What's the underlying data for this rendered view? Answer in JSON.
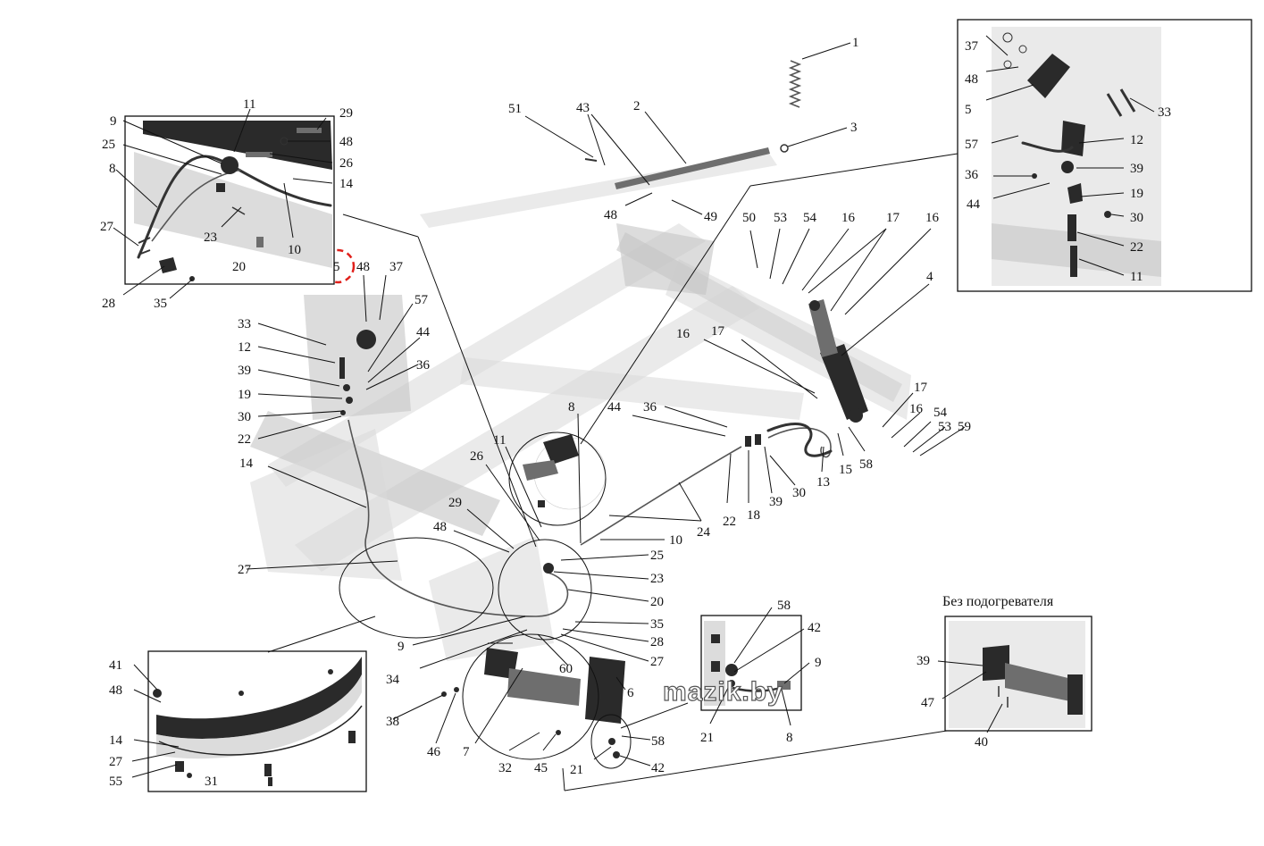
{
  "caption_without_heater": "Без подогревателя",
  "watermark": "mazik.by",
  "highlight_color": "#e0201b",
  "callouts": {
    "c1": "1",
    "c2": "2",
    "c3": "3",
    "c4": "4",
    "c51": "51",
    "c43": "43",
    "c48a": "48",
    "c49": "49",
    "c50": "50",
    "c53": "53",
    "c54": "54",
    "c16a": "16",
    "c17a": "17",
    "c16b": "16",
    "c16c": "16",
    "c17b": "17",
    "c17c": "17",
    "c16d": "16",
    "c54b": "54",
    "c53b": "53",
    "c59": "59",
    "c36a": "36",
    "c44a": "44",
    "c8a": "8",
    "c58a": "58",
    "c15": "15",
    "c13": "13",
    "c30a": "30",
    "c39a": "39",
    "c18": "18",
    "c22a": "22",
    "c24": "24",
    "c10a": "10",
    "c11a": "11",
    "c26a": "26",
    "c29a": "29",
    "c48b": "48",
    "c25a": "25",
    "c23a": "23",
    "c20a": "20",
    "c35a": "35",
    "c28a": "28",
    "c27a": "27",
    "c60": "60",
    "c9a": "9",
    "c34": "34",
    "c27b": "27",
    "c14a": "14",
    "c6": "6",
    "c38": "38",
    "c46": "46",
    "c7": "7",
    "c32": "32",
    "c45": "45",
    "c21a": "21",
    "c58b": "58",
    "c42a": "42",
    "c5a": "5",
    "c48c": "48",
    "c37a": "37",
    "c33a": "33",
    "c12a": "12",
    "c57a": "57",
    "c44b": "44",
    "c36b": "36",
    "c39b": "39",
    "c19a": "19",
    "c30b": "30",
    "c22b": "22",
    "tl9": "9",
    "tl11": "11",
    "tl29": "29",
    "tl48": "48",
    "tl25": "25",
    "tl26": "26",
    "tl8": "8",
    "tl14": "14",
    "tl27": "27",
    "tl23": "23",
    "tl10": "10",
    "tl20": "20",
    "tl28": "28",
    "tl35": "35",
    "tr37": "37",
    "tr48": "48",
    "tr5": "5",
    "tr33": "33",
    "tr57": "57",
    "tr12": "12",
    "tr36": "36",
    "tr39": "39",
    "tr44": "44",
    "tr19": "19",
    "tr30": "30",
    "tr22": "22",
    "tr11": "11",
    "bl41": "41",
    "bl48": "48",
    "bl14": "14",
    "bl27": "27",
    "bl55": "55",
    "bl31": "31",
    "bm58": "58",
    "bm42": "42",
    "bm9": "9",
    "bm21": "21",
    "bm8": "8",
    "br39": "39",
    "br47": "47",
    "br40": "40"
  }
}
